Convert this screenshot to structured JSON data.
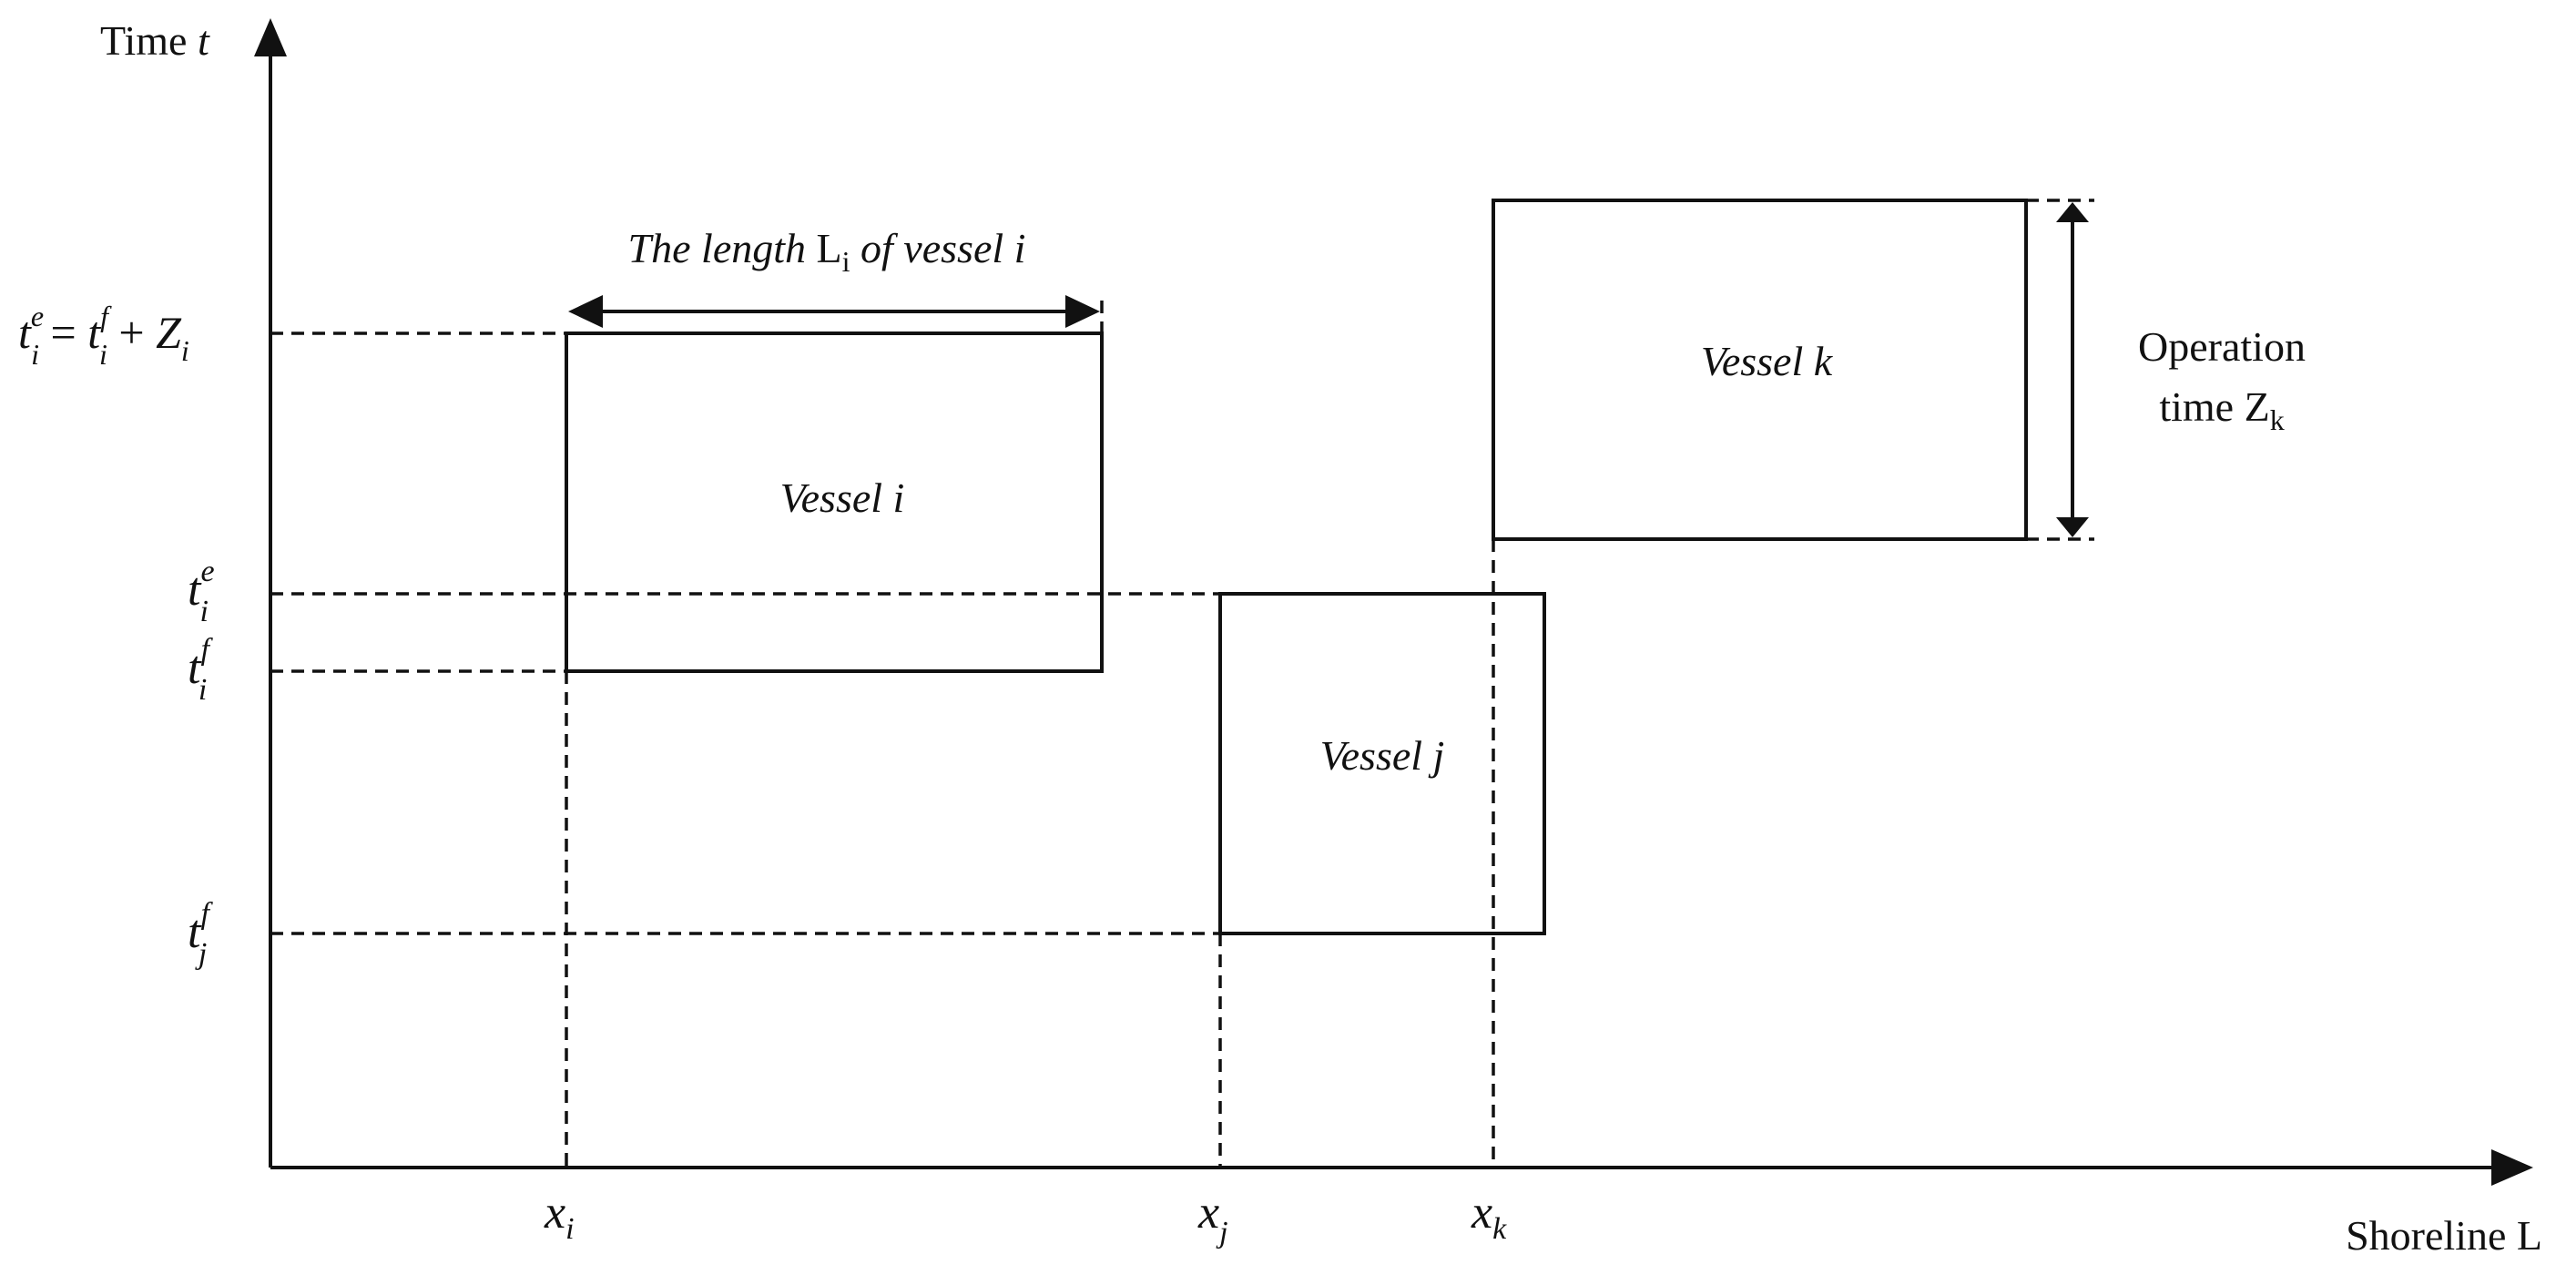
{
  "axes": {
    "y_label_text": "Time ",
    "y_label_var": "t",
    "x_label": "Shoreline L"
  },
  "x_ticks": [
    {
      "base": "x",
      "sub": "i"
    },
    {
      "base": "x",
      "sub": "j"
    },
    {
      "base": "x",
      "sub": "k"
    }
  ],
  "y_ticks": {
    "eq": {
      "t1": "t",
      "sup1": "e",
      "sub1": "i",
      "eq": " = ",
      "t2": "t",
      "sup2": "f",
      "sub2": "i",
      "plus": " + ",
      "z": "Z",
      "zsub": "i"
    },
    "tie": {
      "base": "t",
      "sup": "e",
      "sub": "i"
    },
    "tif": {
      "base": "t",
      "sup": "f",
      "sub": "i"
    },
    "tjf": {
      "base": "t",
      "sup": "f",
      "sub": "j"
    }
  },
  "vessels": [
    {
      "label": "Vessel i"
    },
    {
      "label": "Vessel j"
    },
    {
      "label": "Vessel k"
    }
  ],
  "length_annotation": {
    "pre": "The length ",
    "L": "L",
    "L_sub": "i",
    "post": " of vessel  i"
  },
  "operation_annotation": {
    "line1": "Operation",
    "line2": "time  ",
    "Z": "Z",
    "Z_sub": "k"
  }
}
